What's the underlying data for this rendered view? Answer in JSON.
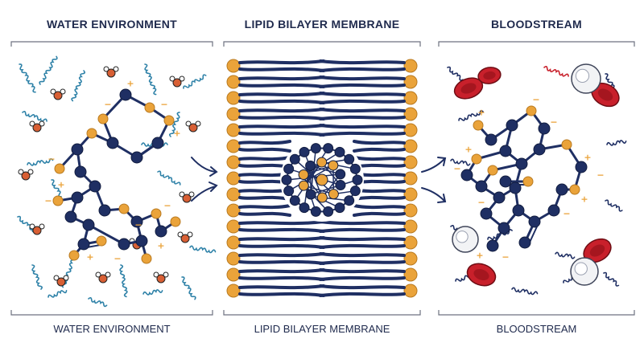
{
  "panels": [
    {
      "title": "WATER ENVIRONMENT",
      "caption": "WATER ENVIRONMENT"
    },
    {
      "title": "LIPID BILAYER MEMBRANE",
      "caption": "LIPID BILAYER MEMBRANE"
    },
    {
      "title": "BLOODSTREAM",
      "caption": "BLOODSTREAM"
    }
  ],
  "symbols": {
    "plus": "+",
    "minus": "−"
  },
  "colors": {
    "navy": "#1f2f63",
    "orange": "#eaa33a",
    "red_cell": "#c8202b",
    "white_cell": "#f2f3f5",
    "water_oxygen": "#d85f34",
    "wave_blue": "#2f82a8",
    "text": "#1f2a4d"
  }
}
